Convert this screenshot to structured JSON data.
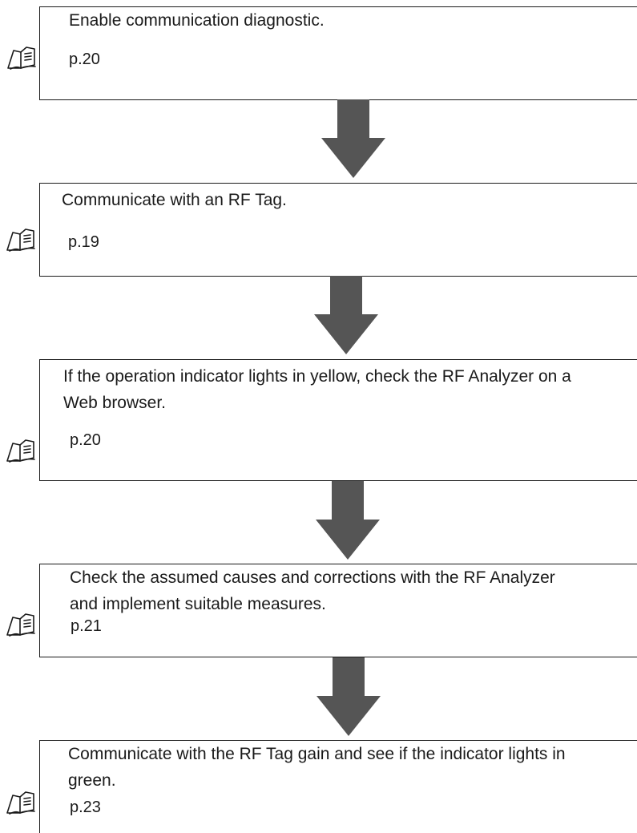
{
  "flow": {
    "steps": [
      {
        "lines": [
          "Enable communication diagnostic.",
          ""
        ],
        "ref": "p.20",
        "icon": "book-reference-icon"
      },
      {
        "lines": [
          "Communicate with an RF Tag.",
          ""
        ],
        "ref": "p.19",
        "icon": "book-reference-icon"
      },
      {
        "lines": [
          "If the operation indicator lights in yellow, check the RF Analyzer on a",
          "Web browser."
        ],
        "ref": "p.20",
        "icon": "book-reference-icon"
      },
      {
        "lines": [
          "Check the assumed causes and corrections with the RF Analyzer",
          "and implement suitable measures."
        ],
        "ref": "p.21",
        "icon": "book-reference-icon"
      },
      {
        "lines": [
          "Communicate with the RF Tag gain and see if the indicator lights in",
          "green."
        ],
        "ref": "p.23",
        "icon": "book-reference-icon"
      }
    ],
    "connector_icon": "down-arrow-icon",
    "colors": {
      "border": "#1a1a1a",
      "arrow": "#555555",
      "icon": "#1a1a1a"
    }
  }
}
